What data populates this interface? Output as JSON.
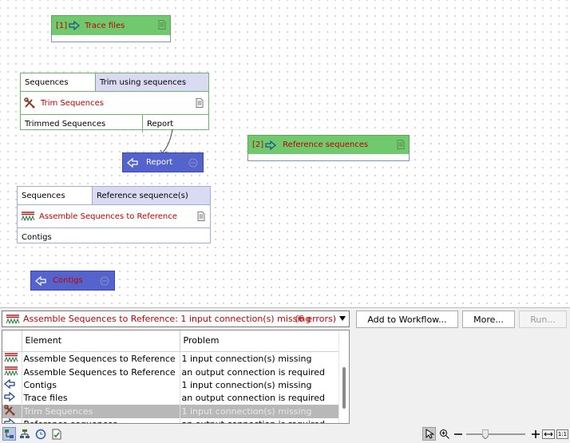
{
  "canvas": {
    "trace_files": {
      "index": "[1]",
      "label": "Trace files"
    },
    "trim_step": {
      "inputs": [
        "Sequences",
        "Trim using sequences"
      ],
      "title": "Trim Sequences",
      "outputs": [
        "Trimmed Sequences",
        "Report"
      ]
    },
    "report_out": {
      "label": "Report"
    },
    "reference_sequences": {
      "index": "[2]",
      "label": "Reference sequences"
    },
    "assemble_step": {
      "inputs": [
        "Sequences",
        "Reference sequence(s)"
      ],
      "title": "Assemble Sequences to Reference",
      "outputs": [
        "Contigs"
      ]
    },
    "contigs_out": {
      "label": "Contigs"
    }
  },
  "errorbar": {
    "selected_text": "Assemble Sequences to Reference: 1 input connection(s) missing",
    "error_count": "(6 errors)",
    "add_button": "Add to Workflow...",
    "more_button": "More...",
    "run_button": "Run..."
  },
  "errors_table": {
    "headers": [
      "Element",
      "Problem"
    ],
    "rows": [
      {
        "icon": "assemble-icon",
        "element": "Assemble Sequences to Reference",
        "problem": "1 input connection(s) missing"
      },
      {
        "icon": "assemble-icon",
        "element": "Assemble Sequences to Reference",
        "problem": "an output connection is required"
      },
      {
        "icon": "output-arrow-icon",
        "element": "Contigs",
        "problem": "1 input connection(s) missing"
      },
      {
        "icon": "input-arrow-icon",
        "element": "Trace files",
        "problem": "an output connection is required"
      },
      {
        "icon": "trim-icon",
        "element": "Trim Sequences",
        "problem": "1 input connection(s) missing"
      },
      {
        "icon": "input-arrow-icon",
        "element": "Reference sequences",
        "problem": "an output connection is required"
      }
    ]
  },
  "statusbar": {
    "fit_label": "1:1"
  },
  "colors": {
    "error_text": "#c00000",
    "input_green": "#71c96d",
    "output_blue": "#5563cc",
    "selection_lavender": "#d8dbf2"
  }
}
